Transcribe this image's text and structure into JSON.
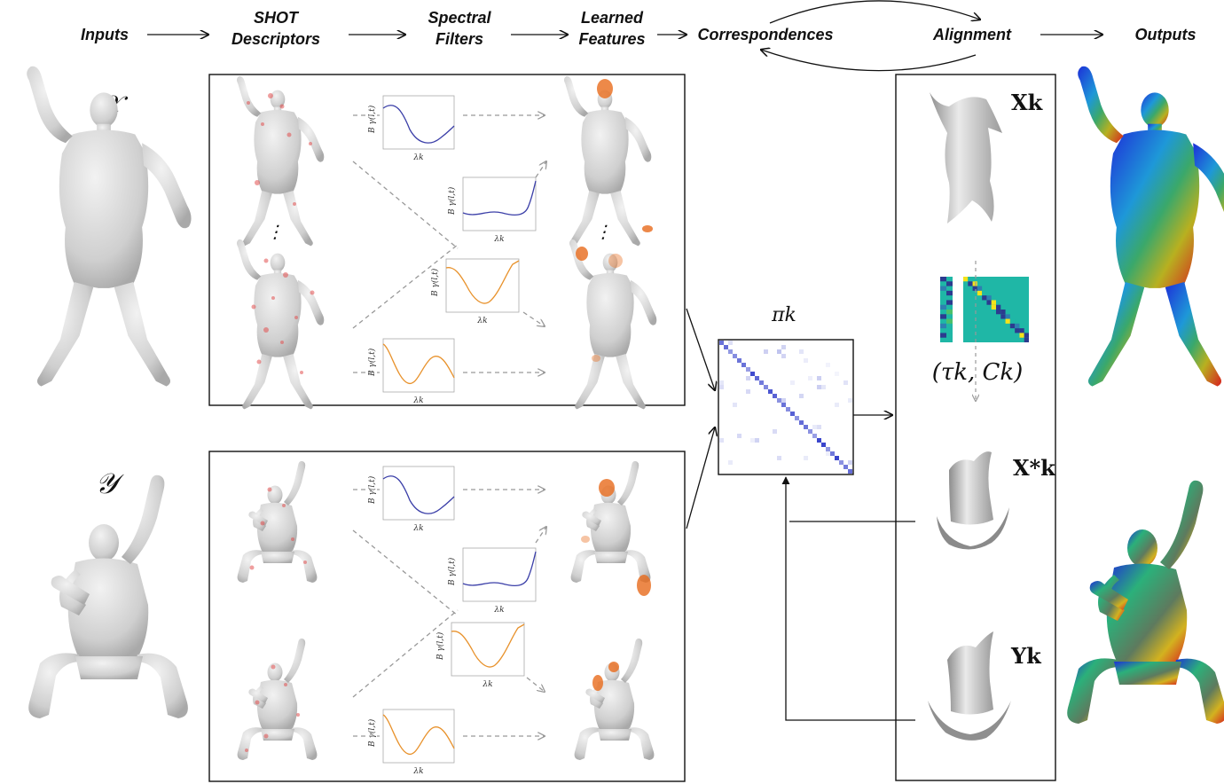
{
  "header": {
    "inputs": "Inputs",
    "shot_line1": "SHOT",
    "shot_line2": "Descriptors",
    "spectral_line1": "Spectral",
    "spectral_line2": "Filters",
    "learned_line1": "Learned",
    "learned_line2": "Features",
    "correspondences": "Correspondences",
    "alignment": "Alignment",
    "outputs": "Outputs"
  },
  "inputs": {
    "x_symbol": "𝒳",
    "y_symbol": "𝒴"
  },
  "filters": {
    "y_axis_label": "B γ(l,t)",
    "x_axis_label": "λk",
    "ellipsis": "⋮"
  },
  "correspondence": {
    "label": "πk"
  },
  "alignment_panel": {
    "xk_label": "Xk",
    "xk_star_label": "X*k",
    "tau_c_label": "(τk, Ck)",
    "yk_label": "Yk"
  },
  "colors": {
    "filter_blue": "#3b3fa8",
    "filter_orange": "#e8922c",
    "arrow_gray": "#999999",
    "mesh_gray": "#c8c8c8",
    "matrix_blue": "#2a36c8",
    "heat_orange": "#e86b1c",
    "shot_red": "#e25050"
  }
}
